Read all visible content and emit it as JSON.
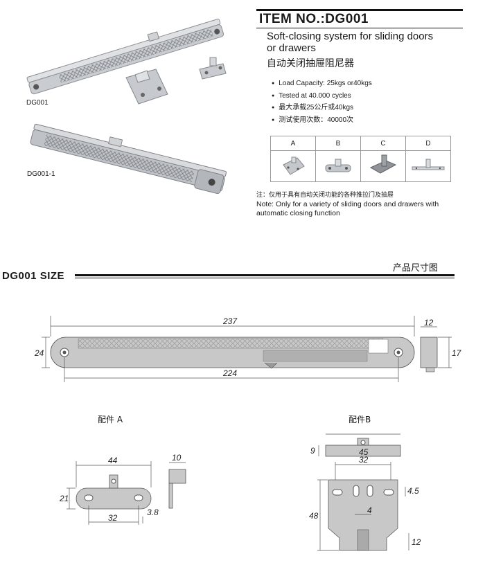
{
  "header": {
    "item_no": "ITEM NO.:DG001",
    "desc_line1": "Soft-closing system for sliding doors",
    "desc_line2": "or drawers",
    "desc_cn": "自动关闭抽屉阻尼器"
  },
  "specs": [
    "Load Capacity: 25kgs or40kgs",
    "Tested at 40.000 cycles",
    "最大承载25公斤或40kgs",
    "测试使用次数：40000次"
  ],
  "products": {
    "p1_label": "DG001",
    "p2_label": "DG001-1"
  },
  "parts_table": {
    "headers": [
      "A",
      "B",
      "C",
      "D"
    ]
  },
  "note": {
    "cn": "注：仅用于具有自动关闭功能的各种推拉门及抽屉",
    "en_line1": "Note: Only for a variety of sliding doors and drawers with",
    "en_line2": "automatic closing function"
  },
  "size_section": {
    "title": "DG001 SIZE",
    "cn_title": "产品尺寸图"
  },
  "main_dims": {
    "length": "237",
    "hole_span": "224",
    "height": "24",
    "end_width": "12",
    "end_height": "17"
  },
  "part_a": {
    "label": "配件 A",
    "width": "44",
    "height": "21",
    "hole_span": "32",
    "slot": "3.8",
    "side": "10"
  },
  "part_b": {
    "label": "配件B",
    "top_height": "9",
    "top_width": "45",
    "hole_span": "32",
    "slot_offset": "4.5",
    "inner": "4",
    "height": "48",
    "bottom": "12"
  },
  "colors": {
    "part_gray": "#b9bcbf",
    "drawing_gray": "#c8c8c8",
    "dim_line": "#555555"
  }
}
